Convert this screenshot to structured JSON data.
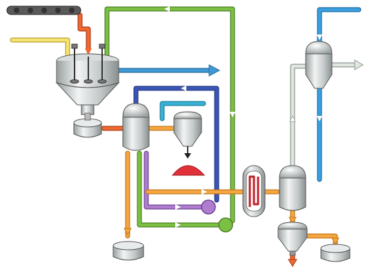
{
  "diagram": {
    "kind": "process-flow",
    "labels": [],
    "components": [
      {
        "name": "conveyor-belt"
      },
      {
        "name": "reactor-vessel-with-agitators"
      },
      {
        "name": "feed-pump"
      },
      {
        "name": "separator-column"
      },
      {
        "name": "crystallizer-cone"
      },
      {
        "name": "product-heap"
      },
      {
        "name": "heat-exchanger"
      },
      {
        "name": "evaporator-column"
      },
      {
        "name": "condenser-tower"
      },
      {
        "name": "settling-cone"
      },
      {
        "name": "bottom-pump"
      },
      {
        "name": "purple-circulation-pump"
      },
      {
        "name": "green-circulation-pump"
      },
      {
        "name": "discharge-tank"
      }
    ],
    "streams": [
      {
        "name": "green-recycle-line",
        "color": "#6aa83a"
      },
      {
        "name": "blue-vent-line",
        "color": "#3d8fc6"
      },
      {
        "name": "navy-loop-line",
        "color": "#3a55a6"
      },
      {
        "name": "purple-loop-line",
        "color": "#9b6bb3"
      },
      {
        "name": "orange-transfer-line",
        "color": "#f0a23a"
      },
      {
        "name": "red-feed-line",
        "color": "#e05a2a"
      },
      {
        "name": "yellow-feed-line",
        "color": "#f0dd5a"
      },
      {
        "name": "teal-line",
        "color": "#2aa3c4"
      },
      {
        "name": "gray-vapor-line",
        "color": "#c9cfc9"
      },
      {
        "name": "product-color",
        "color": "#e0303a"
      }
    ]
  }
}
